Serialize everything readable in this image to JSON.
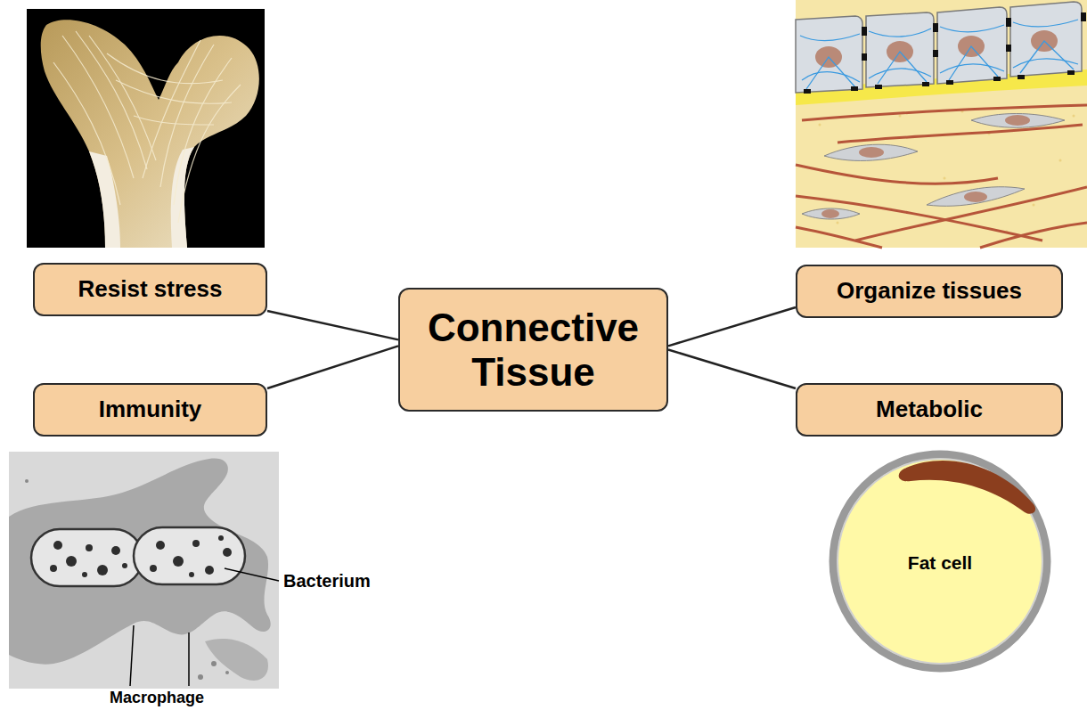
{
  "diagram": {
    "nodes": [
      {
        "text": [
          "Resist stress"
        ]
      },
      {
        "text": [
          "Organize tissues"
        ]
      },
      {
        "text": [
          "Connective Tissue"
        ]
      },
      {
        "text": [
          "Immunity"
        ]
      },
      {
        "text": [
          "Metabolic"
        ]
      }
    ],
    "edges": [
      {
        "from": 2,
        "to": 0,
        "arrow": "none"
      },
      {
        "from": 2,
        "to": 1,
        "arrow": "none"
      },
      {
        "from": 2,
        "to": 3,
        "arrow": "none"
      },
      {
        "from": 2,
        "to": 4,
        "arrow": "none"
      }
    ],
    "labels": [
      "Bacterium",
      "Macrophage",
      "Fat cell"
    ]
  }
}
